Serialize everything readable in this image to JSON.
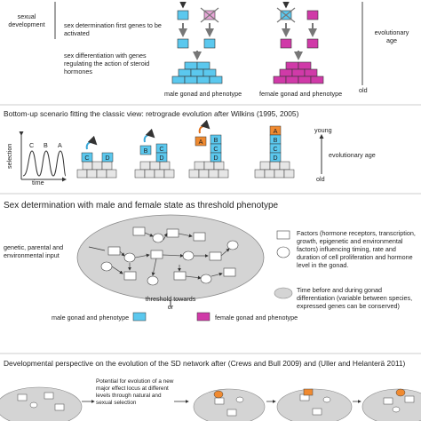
{
  "panel1": {
    "row_label": "sexual development",
    "sex_determination": "sex determination first genes to be activated",
    "sex_differentiation": "sex differentiation with genes regulating the action of steroid hormones",
    "male_caption": "male gonad and phenotype",
    "female_caption": "female gonad and phenotype",
    "evolutionary_age": "evolutionary age",
    "old": "old"
  },
  "panel2": {
    "title": "Bottom-up scenario fitting the classic view: retrograde evolution after Wilkins (1995, 2005)",
    "axis_y": "selection",
    "axis_x": "time",
    "peaks": [
      "C",
      "B",
      "A"
    ],
    "step1": [
      "C",
      "D"
    ],
    "step2": [
      "B",
      "C",
      "D"
    ],
    "step3": [
      "A",
      "B",
      "C",
      "D"
    ],
    "step4": [
      "A",
      "B",
      "C",
      "D"
    ],
    "young": "young",
    "evolutionary_age": "evolutionary age",
    "old": "old"
  },
  "panel3": {
    "title": "Sex determination with male and female state as threshold phenotype",
    "input": "genetic, parental and environmental input",
    "threshold": "threshold towards",
    "or": "or",
    "male": "male gonad and phenotype",
    "female": "female gonad and phenotype",
    "legend_factors": "Factors (hormone receptors, transcription, growth, epigenetic and environmental factors) influencing timing, rate and duration of cell proliferation and hormone level in the gonad.",
    "legend_time": "Time before and during gonad differentiation (variable between species, expressed genes can be conserved)"
  },
  "panel4": {
    "title": "Developmental perspective on the evolution of the SD network after (Crews and Bull 2009) and (Uller and Helanterä 2011)",
    "note": "Potential for evolution of a new major effect locus at different levels through natural and sexual selection"
  },
  "colors": {
    "blue": "#5bc8ee",
    "magenta": "#d03aa8",
    "orange": "#f08a30",
    "grey": "#d4d4d4",
    "lightpink": "#e8a6d8"
  }
}
